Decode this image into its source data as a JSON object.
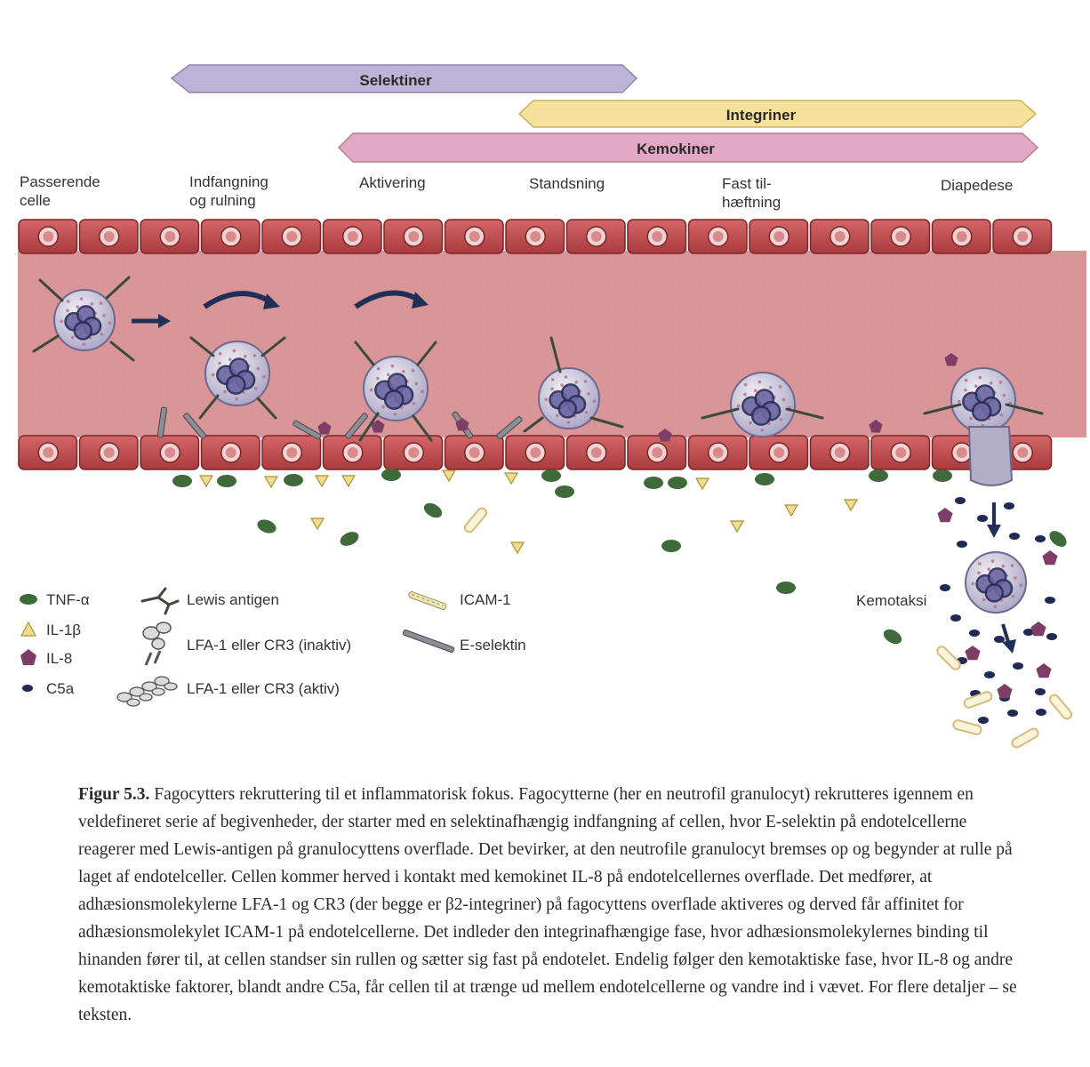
{
  "bands": {
    "selektiner": "Selektiner",
    "integriner": "Integriner",
    "kemokiner": "Kemokiner"
  },
  "stages": {
    "passerende_1": "Passerende",
    "passerende_2": "celle",
    "indfangning_1": "Indfangning",
    "indfangning_2": "og rulning",
    "aktivering": "Aktivering",
    "standsning": "Standsning",
    "fast_1": "Fast til-",
    "fast_2": "hæftning",
    "diapedese": "Diapedese"
  },
  "labels": {
    "kemotaksi": "Kemotaksi"
  },
  "legend": {
    "tnf": "TNF-α",
    "il1b": "IL-1β",
    "il8": "IL-8",
    "c5a": "C5a",
    "lewis": "Lewis antigen",
    "lfa_inaktiv": "LFA-1 eller CR3 (inaktiv)",
    "lfa_aktiv": "LFA-1 eller CR3 (aktiv)",
    "icam": "ICAM-1",
    "eselektin": "E-selektin"
  },
  "caption": {
    "figure_label": "Figur 5.3.",
    "text": "Fagocytters rekruttering til et inflammatorisk fokus. Fagocytterne (her en neutrofil granulocyt) rekrutteres igennem en veldefineret serie af begivenheder, der starter med en selektinafhængig indfangning af cellen, hvor E-selektin på endotelcellerne reagerer med Lewis-antigen på granulocyttens overflade. Det bevirker, at den neutrofile granulocyt bremses op og begynder at rulle på laget af endotelceller. Cellen kommer herved i kontakt med kemokinet IL-8 på endotelcellernes overflade. Det medfører, at adhæsionsmolekylerne LFA-1 og CR3 (der begge er β2-integriner) på fagocyttens overflade aktiveres og derved får affinitet for adhæsionsmolekylet ICAM-1 på endotelcellerne. Det indleder den integrinafhængige fase, hvor adhæsionsmolekylernes binding til hinanden fører til, at cellen standser sin rullen og sætter sig fast på endotelet. Endelig følger den kemotaktiske fase, hvor IL-8 og andre kemotaktiske faktorer, blandt andre C5a, får cellen til at trænge ud mellem endotelcellerne og vandre ind i vævet. For flere detaljer – se teksten."
  },
  "colors": {
    "selektiner_band": "#bdb3d6",
    "integriner_band": "#f5e19a",
    "kemokiner_band": "#e3a8c4",
    "vessel_lumen": "#d99598",
    "endothel_cell": "#c04a4c",
    "cell_body": "#c9c6d9",
    "tnf": "#3f6b3a",
    "il1b": "#f0dc8c",
    "il8": "#7d3d67",
    "c5a": "#1f2b55"
  }
}
